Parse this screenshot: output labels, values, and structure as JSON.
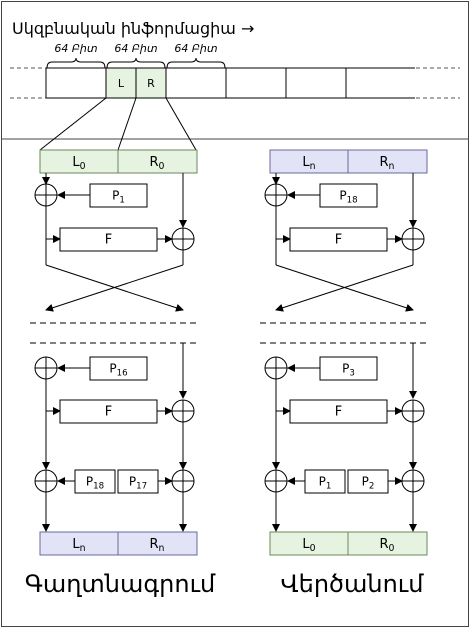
{
  "header": {
    "title": "Սկզբնական ինֆորմացիա →",
    "block_labels": [
      "64 Բիտ",
      "64 Բիտ",
      "64 Բիտ"
    ],
    "half_left": "L",
    "half_right": "R"
  },
  "encryption": {
    "caption": "Գաղտնագրում",
    "top_left": {
      "base": "L",
      "sub": "0"
    },
    "top_right": {
      "base": "R",
      "sub": "0"
    },
    "p_first": {
      "base": "P",
      "sub": "1"
    },
    "f_label": "F",
    "p_second_last": {
      "base": "P",
      "sub": "16"
    },
    "p_pair_left": {
      "base": "P",
      "sub": "18"
    },
    "p_pair_right": {
      "base": "P",
      "sub": "17"
    },
    "bottom_left": {
      "base": "L",
      "sub": "n"
    },
    "bottom_right": {
      "base": "R",
      "sub": "n"
    }
  },
  "decryption": {
    "caption": "Վերծանում",
    "top_left": {
      "base": "L",
      "sub": "n"
    },
    "top_right": {
      "base": "R",
      "sub": "n"
    },
    "p_first": {
      "base": "P",
      "sub": "18"
    },
    "f_label": "F",
    "p_second_last": {
      "base": "P",
      "sub": "3"
    },
    "p_pair_left": {
      "base": "P",
      "sub": "1"
    },
    "p_pair_right": {
      "base": "P",
      "sub": "2"
    },
    "bottom_left": {
      "base": "L",
      "sub": "0"
    },
    "bottom_right": {
      "base": "R",
      "sub": "0"
    }
  },
  "colors": {
    "green_fill": "#e6f3e1",
    "green_stroke": "#6a8a5a",
    "purple_fill": "#e3e3f7",
    "purple_stroke": "#6a6a99",
    "line": "#000000"
  }
}
